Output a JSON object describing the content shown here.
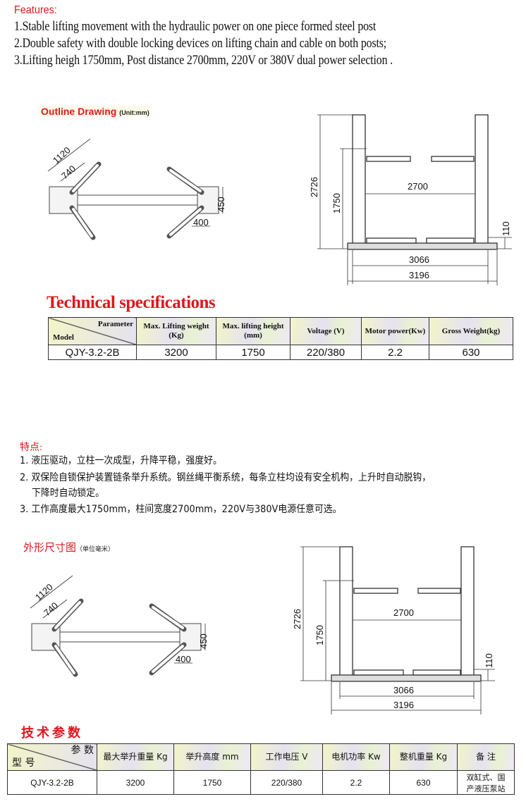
{
  "features": {
    "title": "Features:",
    "items": [
      "1.Stable lifting movement with the hydraulic power on one piece formed steel post",
      "2.Double safety with double locking devices on lifting chain and cable on both posts;",
      "3.Lifting heigh 1750mm, Post distance 2700mm, 220V or 380V dual power selection ."
    ]
  },
  "outline": {
    "title": "Outline Drawing",
    "unit": "(Unit:mm)"
  },
  "dims": {
    "arm_long": "1120",
    "arm_short": "740",
    "width": "450",
    "depth": "400",
    "total_height": "2726",
    "lift_height": "1750",
    "post_distance": "2700",
    "min_height": "110",
    "inner_width": "3066",
    "outer_width": "3196"
  },
  "spec_en": {
    "title": "Technical specifications",
    "corner_top": "Parameter",
    "corner_bottom": "Model",
    "headers": [
      "Max. Lifting weight (Kg)",
      "Max. lifting height (mm)",
      "Voltage (V)",
      "Motor power(Kw)",
      "Gross Weight(kg)"
    ],
    "row": [
      "QJY-3.2-2B",
      "3200",
      "1750",
      "220/380",
      "2.2",
      "630"
    ]
  },
  "features_cn": {
    "title": "特点:",
    "items": [
      "1. 液压驱动，立柱一次成型，升降平稳，强度好。",
      "2. 双保险自锁保护装置链条举升系统。钢丝绳平衡系统，每条立柱均设有安全机构，上升时自动脱钩，",
      "下降时自动锁定。",
      "3. 工作高度最大1750mm，柱间宽度2700mm，220V与380V电源任意可选。"
    ]
  },
  "outline_cn": {
    "title": "外形尺寸图",
    "unit": "（单位毫米）"
  },
  "spec_cn": {
    "title": "技术参数",
    "corner_top": "参 数",
    "corner_bottom": "型 号",
    "headers": [
      "最大举升重量 Kg",
      "举升高度 mm",
      "工作电压 V",
      "电机功率 Kw",
      "整机重量 Kg",
      "备 注"
    ],
    "row": [
      "QJY-3.2-2B",
      "3200",
      "1750",
      "220/380",
      "2.2",
      "630",
      "双缸式、国产液压泵站"
    ]
  }
}
